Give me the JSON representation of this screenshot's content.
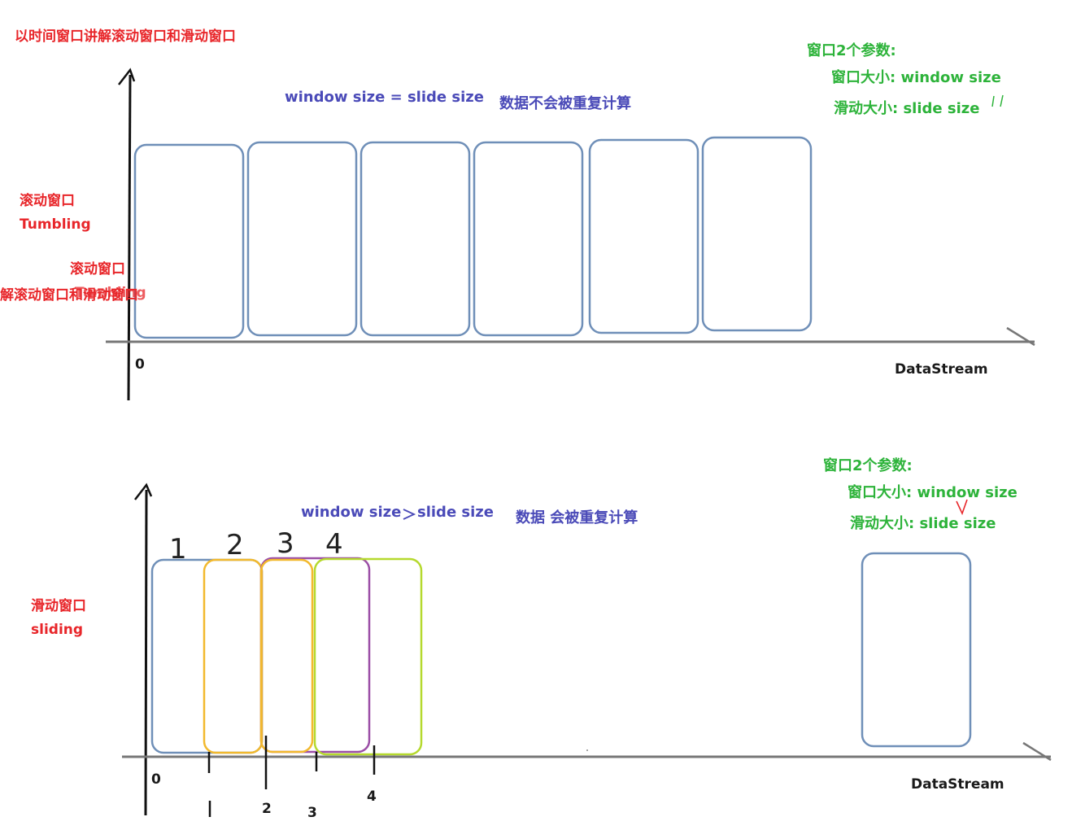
{
  "page_title": "以时间窗口讲解滚动窗口和滑动窗口",
  "tumbling": {
    "label_cn": "滚动窗口",
    "label_en": "Tumbling",
    "overlap_cn": "滚动窗口",
    "overlap_line": "解滚动窗口和滑动窗口",
    "overlap_en": "Tumbling",
    "formula": "window size = slide size",
    "note": "数据不会被重复计算",
    "params_title": "窗口2个参数:",
    "param_window": "窗口大小: window size",
    "param_slide": "滑动大小: slide size",
    "origin": "0",
    "axis_label": "DataStream"
  },
  "sliding": {
    "label_cn": "滑动窗口",
    "label_en": "sliding",
    "formula_left": "window size",
    "formula_right": "slide size",
    "note": "数据 会被重复计算",
    "params_title": "窗口2个参数:",
    "param_window": "窗口大小: window size",
    "param_slide": "滑动大小: slide size",
    "origin": "0",
    "axis_label": "DataStream",
    "tick_labels": [
      "2",
      "3",
      "4"
    ],
    "hand_numbers": [
      "1",
      "2",
      "3",
      "4"
    ]
  },
  "colors": {
    "window_box": "#6f8fb8",
    "axis": "#111111",
    "window_yellow": "#f2b92d",
    "window_purple": "#9b4ea6",
    "window_lime": "#b5d92e",
    "title_red": "#e8262a",
    "formula_blue": "#4a4ab8",
    "param_green": "#2db33a"
  }
}
